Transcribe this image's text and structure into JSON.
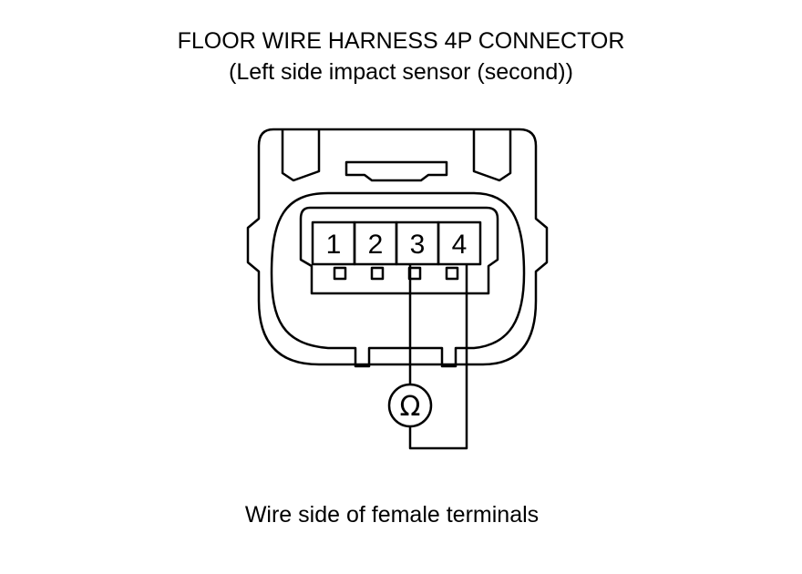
{
  "header": {
    "title": "FLOOR WIRE HARNESS 4P CONNECTOR",
    "subtitle": "(Left side impact sensor (second))"
  },
  "connector": {
    "pins": [
      "1",
      "2",
      "3",
      "4"
    ],
    "meter_symbol": "Ω",
    "meter_icon": "ohmmeter-icon"
  },
  "caption": "Wire side of female terminals"
}
